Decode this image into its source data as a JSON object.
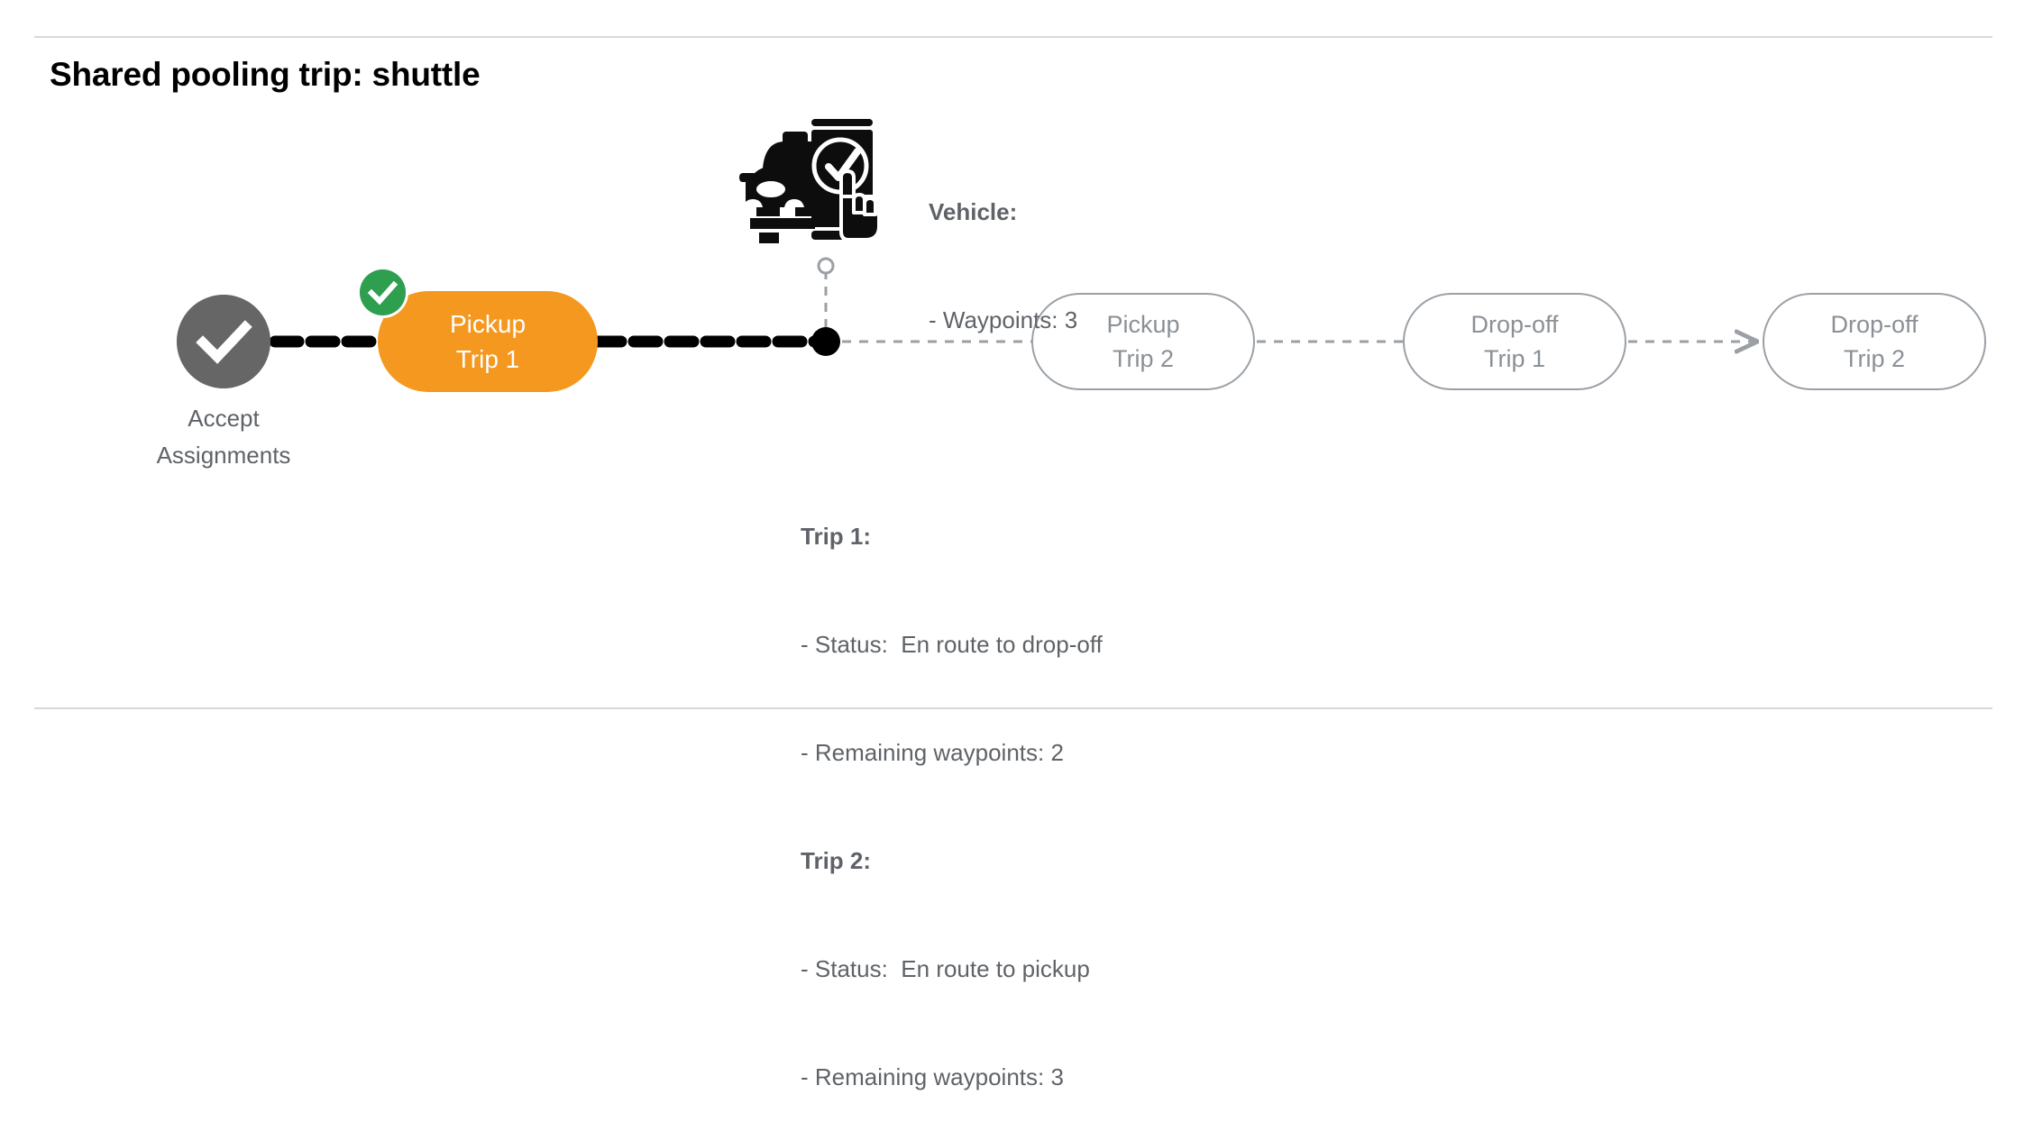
{
  "page": {
    "title": "Shared pooling trip: shuttle",
    "background": "#ffffff",
    "divider_color": "#d8d8d8"
  },
  "colors": {
    "active_node": "#F4981F",
    "completed_node": "#666666",
    "badge_green": "#2E9E4F",
    "idle_outline": "#9aa0a6",
    "idle_text": "#8b9096",
    "body_text": "#5f6368",
    "timeline_traveled": "#000000",
    "timeline_remaining": "#9aa0a6"
  },
  "timeline": {
    "start_node": {
      "name": "accept-assignments",
      "label_line1": "Accept",
      "label_line2": "Assignments",
      "icon": "check-circle-icon",
      "state": "completed"
    },
    "stops": [
      {
        "id": "pickup-trip-1",
        "line1": "Pickup",
        "line2": "Trip 1",
        "state": "completed",
        "badge": "check-badge-icon"
      },
      {
        "id": "pickup-trip-2",
        "line1": "Pickup",
        "line2": "Trip 2",
        "state": "upcoming",
        "badge": null
      },
      {
        "id": "drop-off-trip-1",
        "line1": "Drop-off",
        "line2": "Trip 1",
        "state": "upcoming",
        "badge": null
      },
      {
        "id": "drop-off-trip-2",
        "line1": "Drop-off",
        "line2": "Trip 2",
        "state": "upcoming",
        "badge": null
      }
    ],
    "vehicle_marker": {
      "icon": "vehicle-phone-check-icon",
      "position_label": "current-vehicle-position"
    }
  },
  "vehicle_info": {
    "heading": "Vehicle:",
    "lines": [
      "- Waypoints: 3"
    ]
  },
  "trip_info": {
    "trips": [
      {
        "heading": "Trip 1:",
        "lines": [
          "- Status:  En route to drop-off",
          "- Remaining waypoints: 2"
        ]
      },
      {
        "heading": "Trip 2:",
        "lines": [
          "- Status:  En route to pickup",
          "- Remaining waypoints: 3"
        ]
      }
    ]
  }
}
